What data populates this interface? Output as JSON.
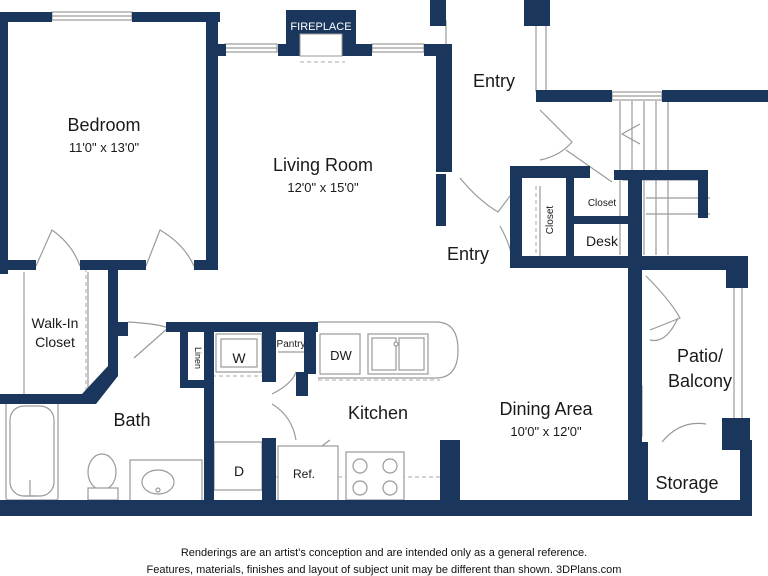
{
  "colors": {
    "wall": "#1a365c",
    "fixture": "#9a9a9a",
    "dash": "#a9a9a9",
    "text": "#1a1a1a"
  },
  "labels": {
    "fireplace": "FIREPLACE",
    "bedroom": {
      "name": "Bedroom",
      "dim": "11'0\" x 13'0\""
    },
    "living_room": {
      "name": "Living Room",
      "dim": "12'0\" x 15'0\""
    },
    "entry_top": "Entry",
    "entry_bottom": "Entry",
    "closet_vertical": "Closet",
    "closet_small": "Closet",
    "desk": "Desk",
    "walk_in_closet_line1": "Walk-In",
    "walk_in_closet_line2": "Closet",
    "linen": "Linen",
    "washer": "W",
    "pantry": "Pantry",
    "dishwasher": "DW",
    "kitchen": "Kitchen",
    "dining_area": {
      "name": "Dining Area",
      "dim": "10'0\" x 12'0\""
    },
    "patio_line1": "Patio/",
    "patio_line2": "Balcony",
    "bath": "Bath",
    "dryer": "D",
    "refrigerator": "Ref.",
    "storage": "Storage"
  },
  "footer": {
    "line1": "Renderings are an artist's conception and are intended only as a general reference.",
    "line2": "Features, materials, finishes and layout of subject unit may be different than shown. 3DPlans.com"
  }
}
